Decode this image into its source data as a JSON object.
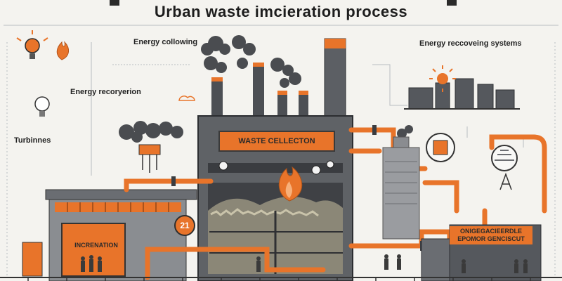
{
  "title": "Urban waste imcieration process",
  "headers": {
    "energy_collowing": "Energy collowing",
    "energy_recoveing": "Energy reccoveing systems",
    "energy_recoryerion": "Energy recoryerion",
    "turbinnes": "Turbinnes"
  },
  "signs": {
    "waste_collection": "WASTE CELLECTON",
    "incineration": "INCRENATION",
    "bottom_right": "ONIGEGACIEERDLE EPOMOR GENCISCUT"
  },
  "badge_number": "21",
  "colors": {
    "accent": "#e8742a",
    "steel": "#5f6266",
    "dark": "#3a3c40",
    "background": "#f4f3ef"
  },
  "icons": [
    "lightbulb-icon",
    "flame-icon",
    "bulb-outline-icon",
    "cloud-icon",
    "sun-icon",
    "fire-icon",
    "gauge-icon"
  ]
}
